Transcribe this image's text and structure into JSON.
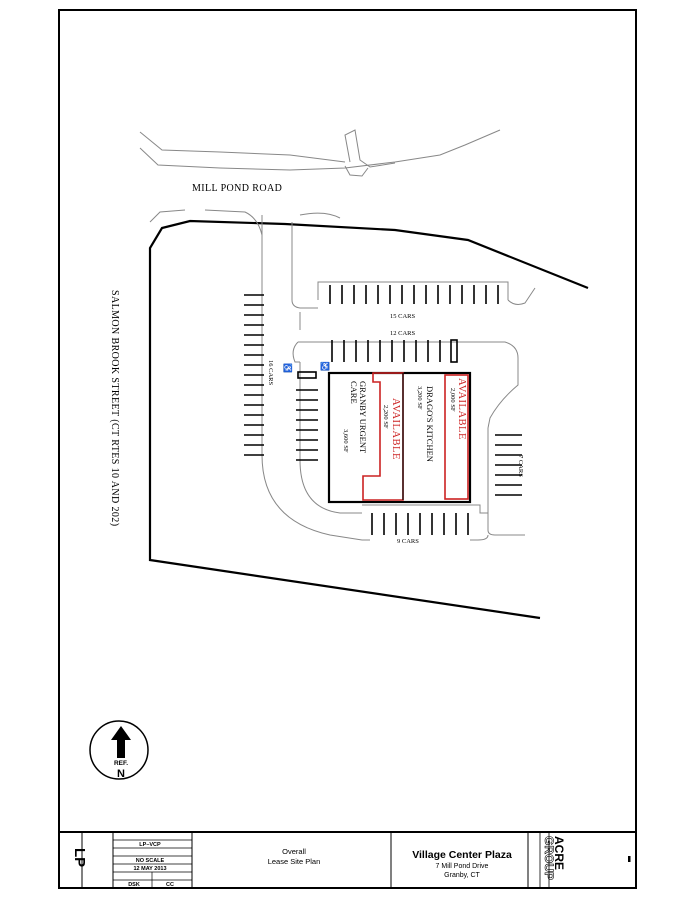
{
  "plan": {
    "road_top": "MILL POND ROAD",
    "road_left": "SALMON BROOK STREET  (CT RTES 10 AND 202)",
    "lots": {
      "north": "15 CARS",
      "middle": "12 CARS",
      "west": "16 CARS",
      "east": "7 CARS",
      "south": "9 CARS"
    },
    "tenants": [
      {
        "name": "GRANBY URGENT CARE",
        "line1": "GRANBY URGENT",
        "line2": "CARE",
        "area": "3,600 SF",
        "status": "occupied"
      },
      {
        "name": "AVAILABLE",
        "area": "2,200 SF",
        "status": "available"
      },
      {
        "name": "DRAGO'S KITCHEN",
        "area": "3,200 SF",
        "status": "occupied"
      },
      {
        "name": "AVAILABLE",
        "area": "2,000 SF",
        "status": "available"
      }
    ],
    "north_arrow": {
      "ref": "REF.",
      "letter": "N"
    },
    "available_color": "#cc2222"
  },
  "title_block": {
    "sheet_id": "LP",
    "job_no": "LP–VCP",
    "scale": "NO SCALE",
    "date": "12 MAY 2013",
    "drawn_by": "DSK",
    "checked_by": "CC",
    "title_line1": "Overall",
    "title_line2": "Lease Site Plan",
    "project_name": "Village Center Plaza",
    "project_address": "7 Mill Pond Drive",
    "project_city": "Granby, CT",
    "firm_logo": "ACRE GROUP"
  }
}
